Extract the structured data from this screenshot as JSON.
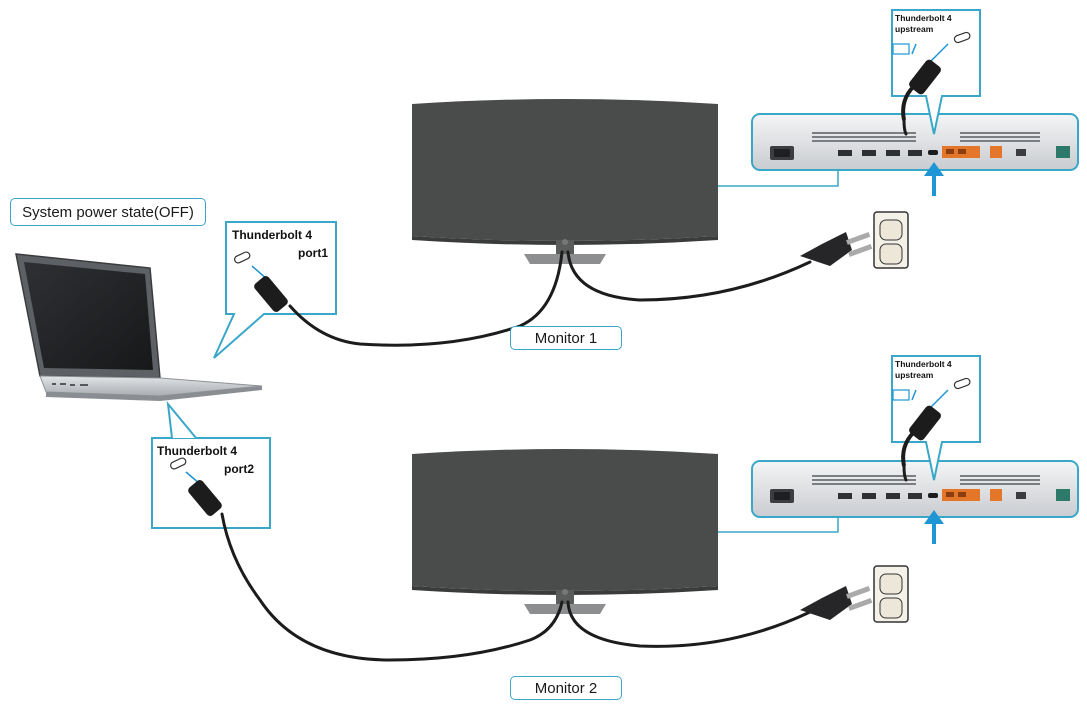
{
  "labels": {
    "system_power_state": "System power state(OFF)",
    "monitor1": "Monitor 1",
    "monitor2": "Monitor 2"
  },
  "callouts": {
    "port1_line1": "Thunderbolt 4",
    "port1_line2": "port1",
    "port2_line1": "Thunderbolt 4",
    "port2_line2": "port2",
    "upstream1_line1": "Thunderbolt 4",
    "upstream1_line2": "upstream",
    "upstream2_line1": "Thunderbolt 4",
    "upstream2_line2": "upstream"
  },
  "colors": {
    "accent": "#3aa7c9",
    "cable": "#1c1c1c",
    "monitor": "#4a4c4c",
    "port_orange": "#e4762a",
    "arrow": "#1e95d4"
  }
}
